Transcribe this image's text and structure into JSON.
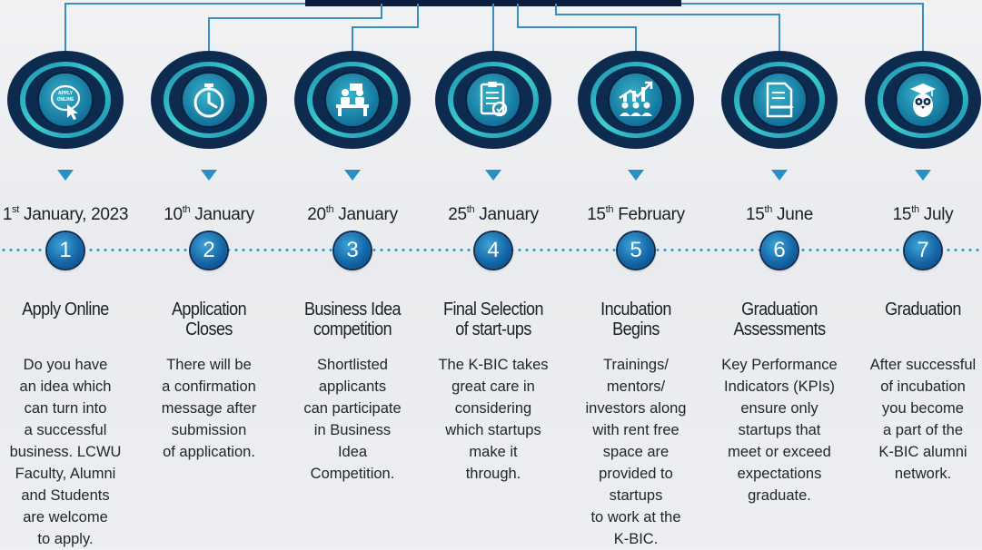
{
  "colors": {
    "accent": "#2a8fc4",
    "ring_dark": "#0d2a4f",
    "ring_teal": "#28b2c3",
    "connector": "#3a8ebf"
  },
  "steps": [
    {
      "number": "1",
      "date_day": "1",
      "date_suffix": "st",
      "date_rest": " January, 2023",
      "icon": "apply-online-cursor-icon",
      "icon_text": "APPLY ONLINE",
      "title_lines": [
        "Apply Online"
      ],
      "desc_lines": [
        "Do you have",
        "an idea which",
        "can turn into",
        "a successful",
        "business. LCWU",
        "Faculty, Alumni",
        "and Students",
        "are welcome",
        "to apply."
      ]
    },
    {
      "number": "2",
      "date_day": "10",
      "date_suffix": "th",
      "date_rest": " January",
      "icon": "stopwatch-icon",
      "title_lines": [
        "Application",
        "Closes"
      ],
      "desc_lines": [
        "There will be",
        "a confirmation",
        "message after",
        "submission",
        "of application."
      ]
    },
    {
      "number": "3",
      "date_day": "20",
      "date_suffix": "th",
      "date_rest": " January",
      "icon": "meeting-icon",
      "title_lines": [
        "Business Idea",
        "competition"
      ],
      "desc_lines": [
        "Shortlisted",
        "applicants",
        "can participate",
        "in Business",
        "Idea",
        "Competition."
      ]
    },
    {
      "number": "4",
      "date_day": "25",
      "date_suffix": "th",
      "date_rest": " January",
      "icon": "clipboard-icon",
      "title_lines": [
        "Final Selection",
        "of start-ups"
      ],
      "desc_lines": [
        "The K-BIC takes",
        "great care in",
        "considering",
        "which startups",
        "make it",
        "through."
      ]
    },
    {
      "number": "5",
      "date_day": "15",
      "date_suffix": "th",
      "date_rest": " February",
      "icon": "team-growth-icon",
      "title_lines": [
        "Incubation",
        "Begins"
      ],
      "desc_lines": [
        "Trainings/",
        "mentors/",
        "investors along",
        "with rent free",
        "space are",
        "provided to",
        "startups",
        "to work at the",
        "K-BIC."
      ]
    },
    {
      "number": "6",
      "date_day": "15",
      "date_suffix": "th",
      "date_rest": " June",
      "icon": "document-pen-icon",
      "title_lines": [
        "Graduation",
        "Assessments"
      ],
      "desc_lines": [
        "Key Performance",
        "Indicators (KPIs)",
        "ensure only",
        "startups that",
        "meet or exceed",
        "expectations",
        "graduate."
      ]
    },
    {
      "number": "7",
      "date_day": "15",
      "date_suffix": "th",
      "date_rest": " July",
      "icon": "graduation-owl-icon",
      "title_lines": [
        "Graduation"
      ],
      "desc_lines": [
        "After successful",
        "of incubation",
        "you become",
        "a part of the",
        "K-BIC alumni",
        "network."
      ]
    }
  ]
}
